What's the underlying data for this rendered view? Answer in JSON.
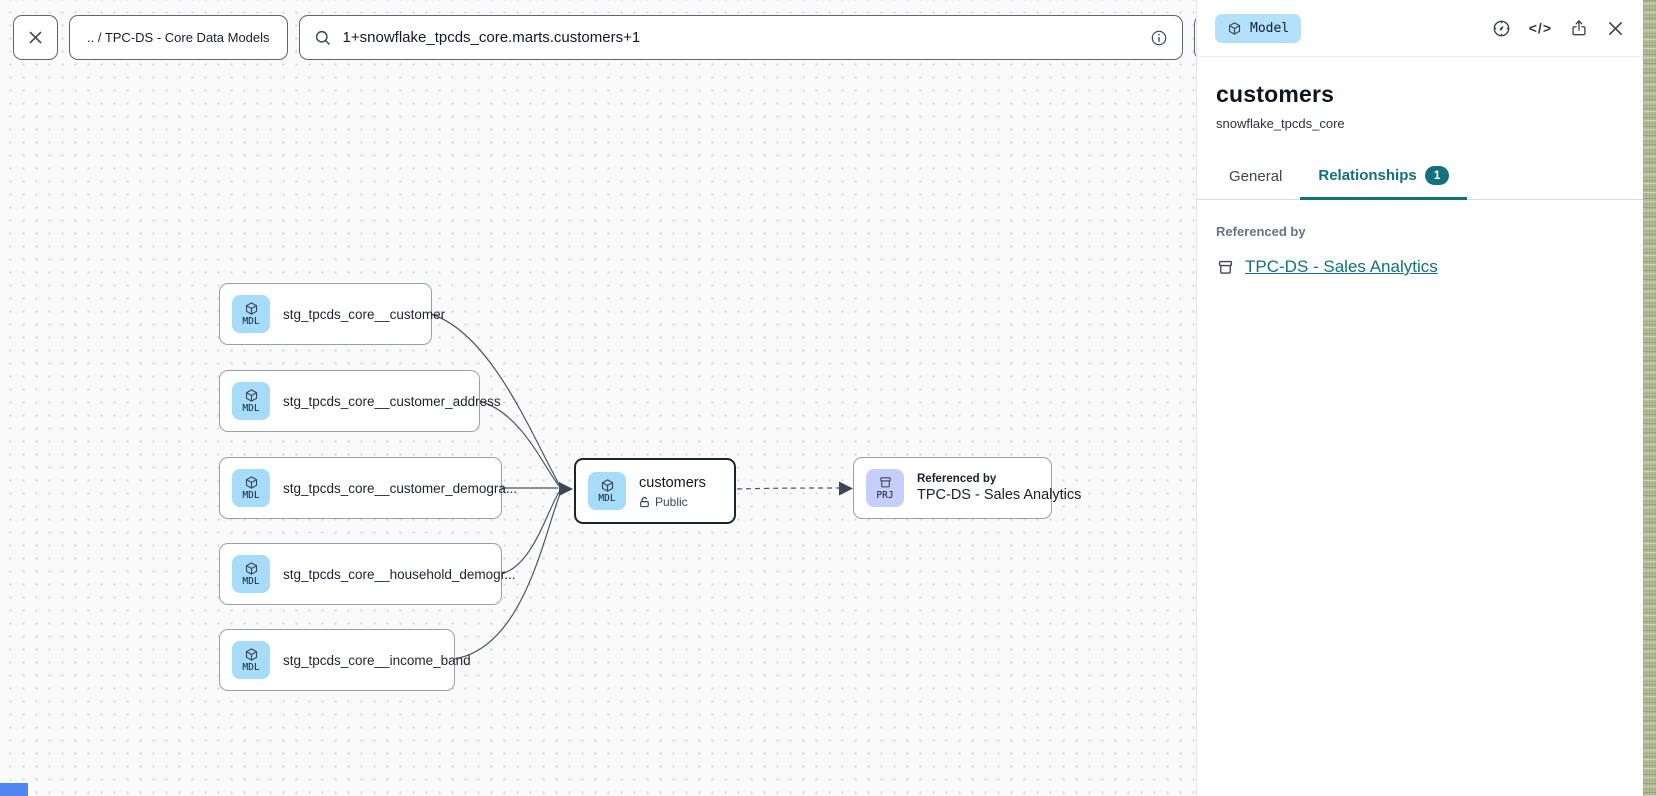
{
  "toolbar": {
    "breadcrumb": ".. / TPC-DS - Core Data Models",
    "search_value": "1+snowflake_tpcds_core.marts.customers+1"
  },
  "panel": {
    "type_badge": "Model",
    "title": "customers",
    "subtitle": "snowflake_tpcds_core",
    "tabs": [
      {
        "label": "General"
      },
      {
        "label": "Relationships",
        "badge": "1"
      }
    ],
    "section_label": "Referenced by",
    "reference_link": "TPC-DS - Sales Analytics"
  },
  "canvas": {
    "nodes": [
      {
        "badge": "MDL",
        "label": "stg_tpcds_core__customer"
      },
      {
        "badge": "MDL",
        "label": "stg_tpcds_core__customer_address"
      },
      {
        "badge": "MDL",
        "label": "stg_tpcds_core__customer_demogra..."
      },
      {
        "badge": "MDL",
        "label": "stg_tpcds_core__household_demogr..."
      },
      {
        "badge": "MDL",
        "label": "stg_tpcds_core__income_band"
      }
    ],
    "selected_node": {
      "badge": "MDL",
      "label": "customers",
      "visibility": "Public"
    },
    "project_node": {
      "badge": "PRJ",
      "title": "Referenced by",
      "label": "TPC-DS - Sales Analytics"
    }
  },
  "icons": {
    "code": "</>"
  },
  "colors": {
    "accent_teal": "#14707a",
    "model_badge_bg": "#b3e0fb",
    "mdl_badge_bg": "#a6dcf9",
    "prj_badge_bg": "#c6cffc",
    "canvas_bg": "#fafafa",
    "selected_border": "#1b2431"
  }
}
